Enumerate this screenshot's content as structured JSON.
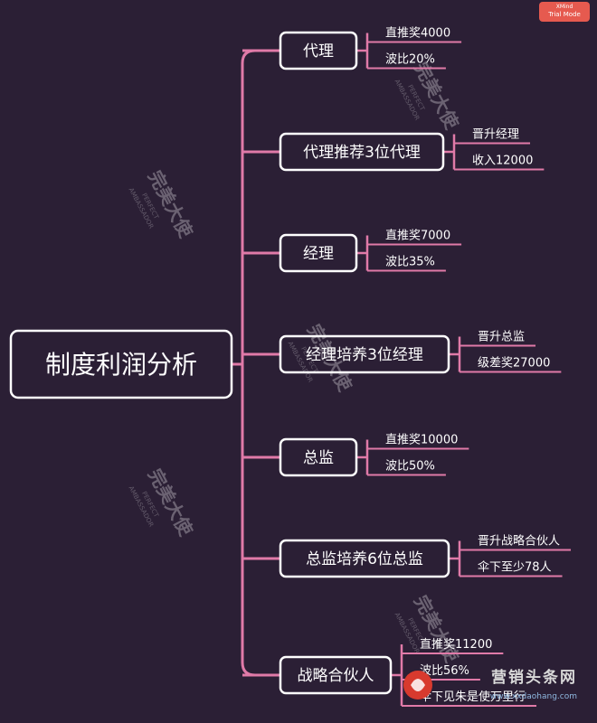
{
  "root": {
    "label": "制度利润分析"
  },
  "branches": [
    {
      "label": "代理",
      "children": [
        "直推奖4000",
        "波比20%"
      ]
    },
    {
      "label": "代理推荐3位代理",
      "children": [
        "晋升经理",
        "收入12000"
      ]
    },
    {
      "label": "经理",
      "children": [
        "直推奖7000",
        "波比35%"
      ]
    },
    {
      "label": "经理培养3位经理",
      "children": [
        "晋升总监",
        "级差奖27000"
      ]
    },
    {
      "label": "总监",
      "children": [
        "直推奖10000",
        "波比50%"
      ]
    },
    {
      "label": "总监培养6位总监",
      "children": [
        "晋升战略合伙人",
        "伞下至少78人"
      ]
    },
    {
      "label": "战略合伙人",
      "children": [
        "直推奖11200",
        "波比56%",
        "伞下见朱是使万里行"
      ]
    }
  ],
  "watermark": {
    "main": "完美大使",
    "sub1": "PERFECT",
    "sub2": "AMBASSADOR"
  },
  "badge": {
    "line1": "XMind",
    "line2": "Trial Mode"
  },
  "site": {
    "title": "营销头条网",
    "url": "www.xxdaohang.com"
  },
  "colors": {
    "background": "#2b1f35",
    "line": "#e07aa8",
    "box_border": "#ffffff"
  }
}
